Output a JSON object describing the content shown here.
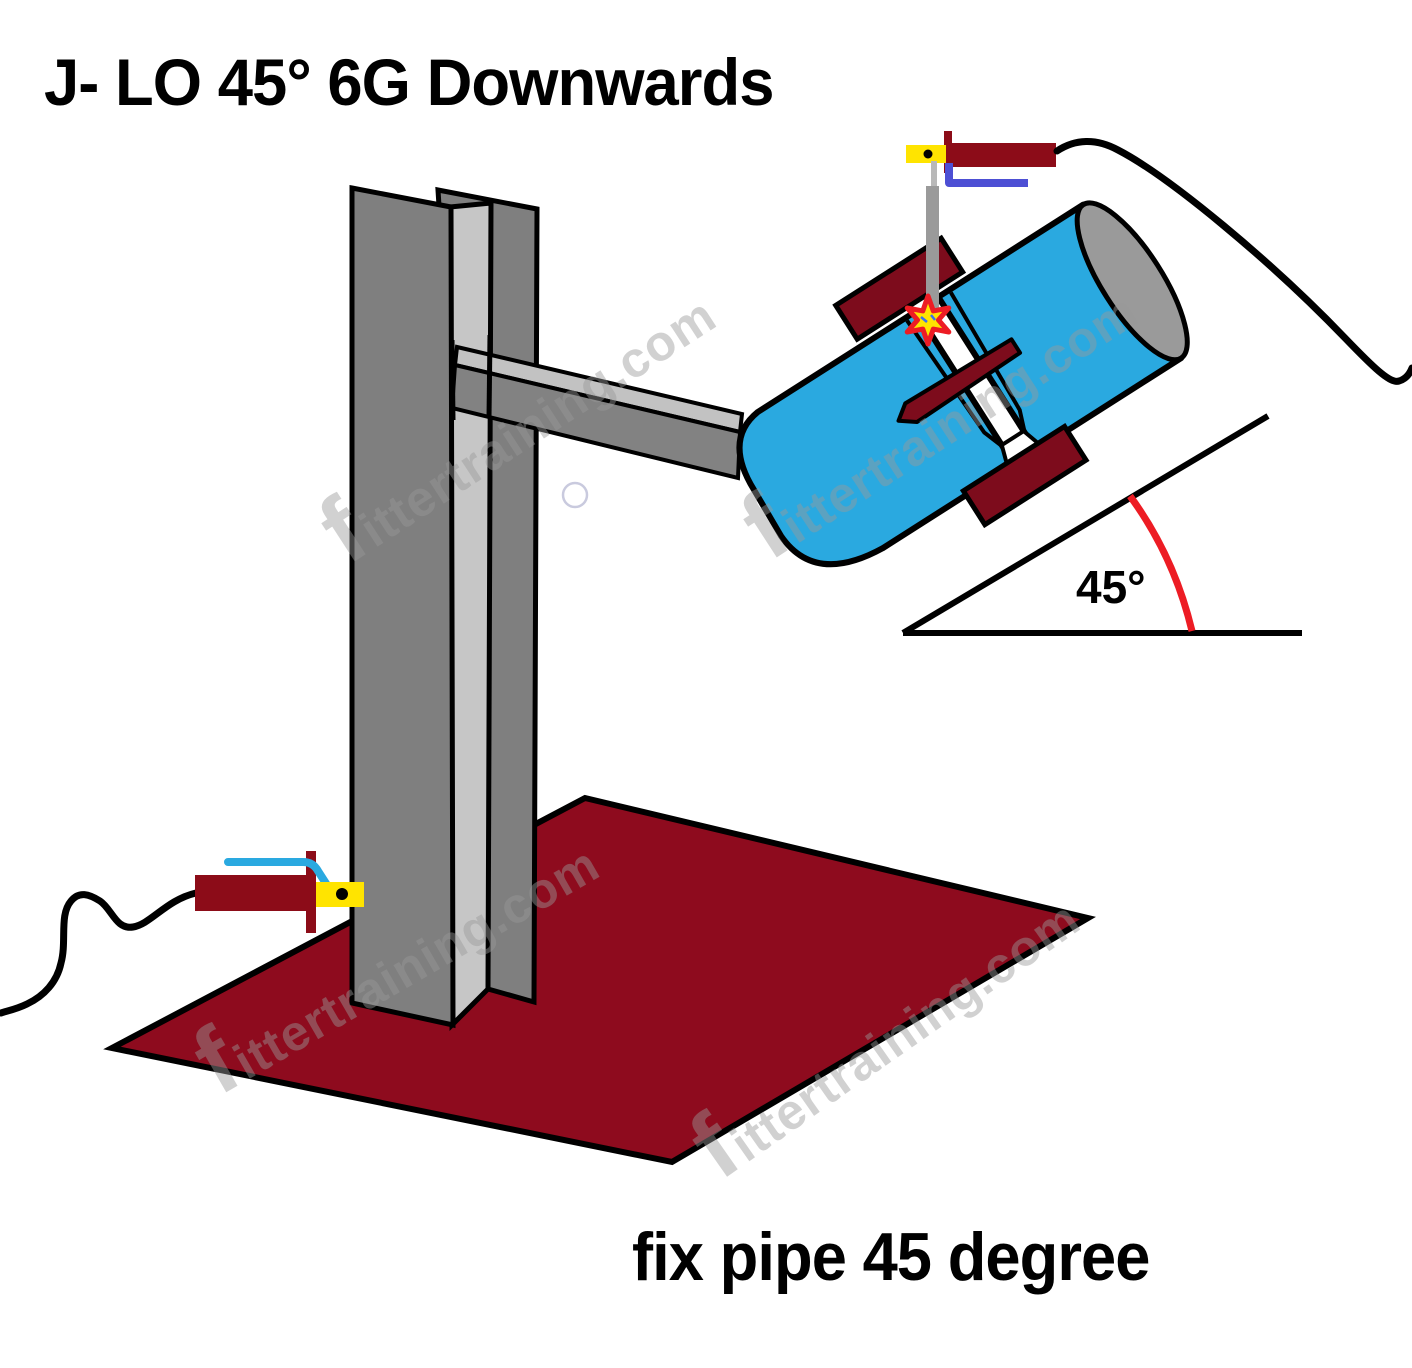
{
  "title": "J- LO 45° 6G Downwards",
  "caption": "fix pipe 45 degree",
  "angle_label": "45°",
  "watermark_text": "fittertraining.com",
  "colors": {
    "pipe_blue": "#2aa9e0",
    "pipe_end_gray": "#9a9a9a",
    "plate_maroon": "#8e0b1e",
    "clamp_maroon": "#7d0c1c",
    "holder_maroon": "#8c0c18",
    "yellow": "#ffe400",
    "arc_red": "#ed1c24",
    "flange_gray": "#7f7f7f",
    "web_gray": "#c6c6c6",
    "arm_gray": "#828282",
    "arm_top_gray": "#c2c2c2",
    "electrode_gray": "#9a9a9a",
    "wire_blue": "#4d4fd4",
    "wire_cyan": "#2aa9e0",
    "outline_black": "#000000"
  }
}
